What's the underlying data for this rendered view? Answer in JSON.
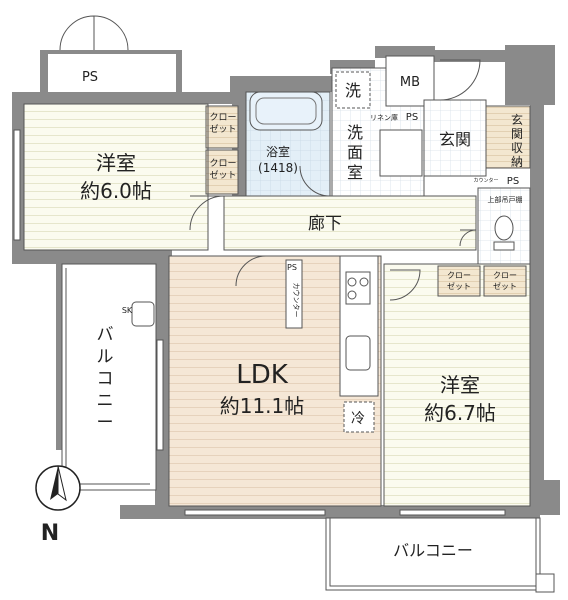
{
  "rooms": {
    "western_room_1": {
      "name": "洋室",
      "area": "約6.0帖"
    },
    "western_room_2": {
      "name": "洋室",
      "area": "約6.7帖"
    },
    "ldk": {
      "name": "LDK",
      "area": "約11.1帖"
    },
    "bathroom": {
      "name": "浴室",
      "size": "(1418)"
    },
    "washroom": {
      "name": "洗面室",
      "chars": [
        "洗",
        "面",
        "室"
      ]
    },
    "washer_mark": "洗",
    "entrance": "玄関",
    "hallway": "廊下",
    "entrance_storage": [
      "玄",
      "関",
      "収",
      "納"
    ],
    "fridge": "冷"
  },
  "closets": {
    "closet_a": [
      "クロー",
      "ゼット"
    ],
    "closet_b": [
      "クロー",
      "ゼット"
    ],
    "closet_c": [
      "クロー",
      "ゼット"
    ],
    "closet_d": [
      "クロー",
      "ゼット"
    ]
  },
  "fixtures": {
    "ps_top": "PS",
    "mb": "MB",
    "ps_wash": "PS",
    "ps_entrance": "PS",
    "ps_kitchen": "PS",
    "linen": "リネン庫",
    "counter": "カウンター",
    "counter_small": "カウンター",
    "upper_cabinet": "上部吊戸棚",
    "sk": "SK"
  },
  "balconies": {
    "west": [
      "バ",
      "ル",
      "コ",
      "ニ",
      "ー"
    ],
    "south": "バルコニー"
  },
  "compass": {
    "north": "N"
  },
  "colors": {
    "wall": "#8a8a8a",
    "western_floor": "#fbfbef",
    "ldk_floor": "#f5e7d6",
    "closet_fill": "#f3e7d0",
    "bath_fill": "#dcecf6",
    "tile_fill": "#ffffff",
    "tile_grid": "#cfd9e4"
  }
}
